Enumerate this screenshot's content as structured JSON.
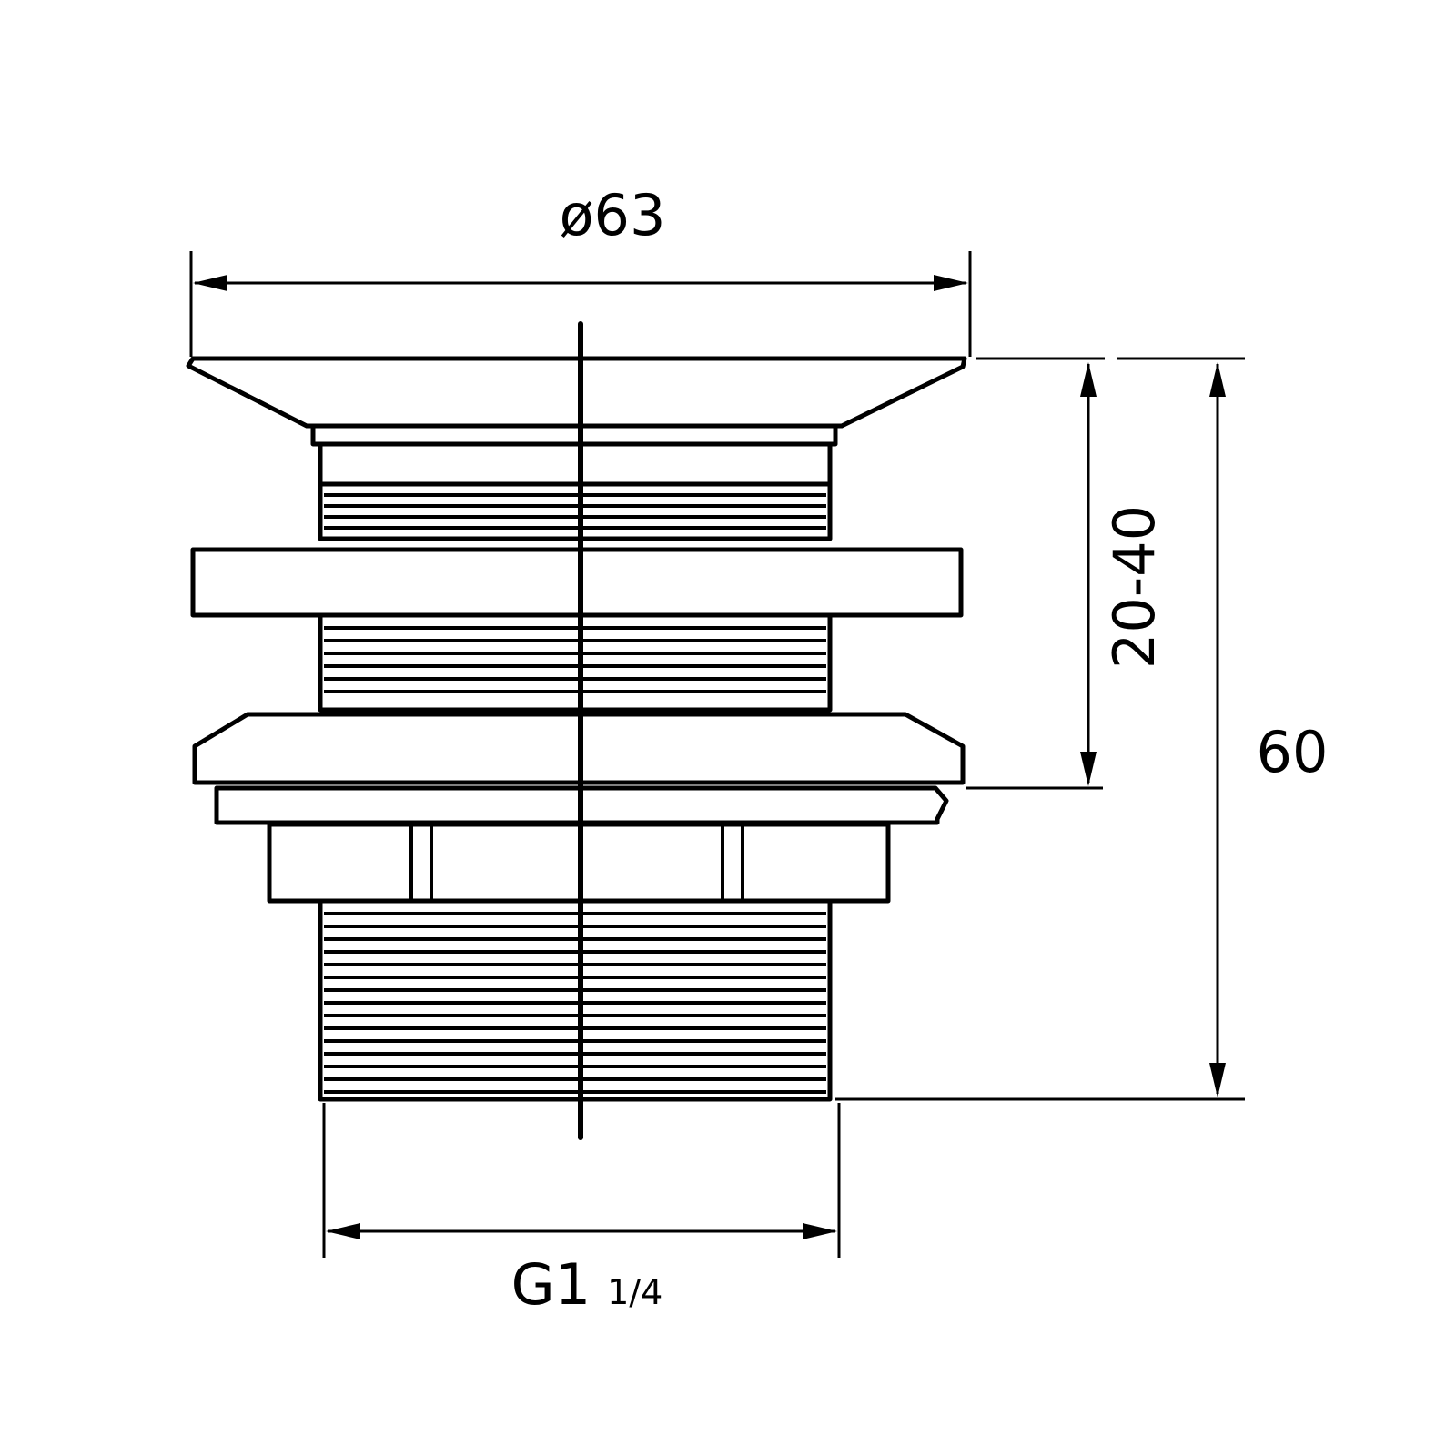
{
  "drawing": {
    "type": "technical-drawing",
    "subject": "basin waste / drain fitting, side view",
    "line_color": "#000000",
    "background": "#ffffff"
  },
  "dimensions": {
    "top_diameter": "ø63",
    "clamp_range": "20-40",
    "total_height": "60",
    "thread_main": "G1",
    "thread_fraction": "1/4"
  }
}
